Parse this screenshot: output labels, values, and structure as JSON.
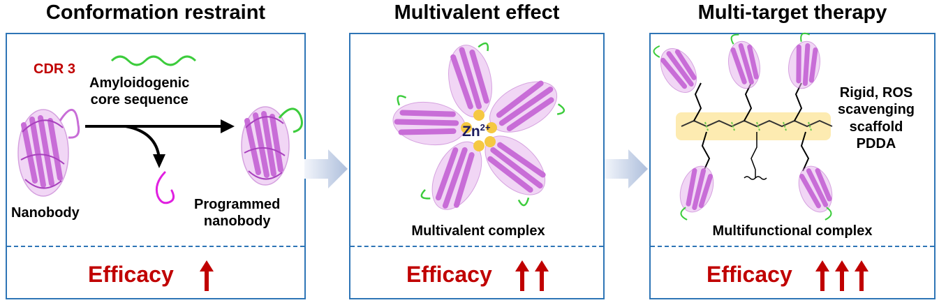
{
  "panels": [
    {
      "title": "Conformation restraint",
      "labels": {
        "cdr": "CDR 3",
        "core": "Amyloidogenic\ncore sequence",
        "left_protein": "Nanobody",
        "right_protein": "Programmed\nnanobody"
      },
      "efficacy": "Efficacy",
      "arrow_count": 1
    },
    {
      "title": "Multivalent effect",
      "labels": {
        "ion": "Zn",
        "ion_charge": "2+",
        "complex": "Multivalent complex"
      },
      "efficacy": "Efficacy",
      "arrow_count": 2
    },
    {
      "title": "Multi-target therapy",
      "labels": {
        "scaffold": "Rigid, ROS\nscavenging\nscaffold\nPDDA",
        "complex": "Multifunctional complex"
      },
      "efficacy": "Efficacy",
      "arrow_count": 3
    }
  ],
  "colors": {
    "border": "#2e75b6",
    "efficacy": "#c00000",
    "protein": "#c86dd7",
    "loop": "#3ccc3c",
    "scaffold_fill": "#fde9a9",
    "zinc": "#f5c842",
    "transition_arrow": "#c5d5ea"
  }
}
